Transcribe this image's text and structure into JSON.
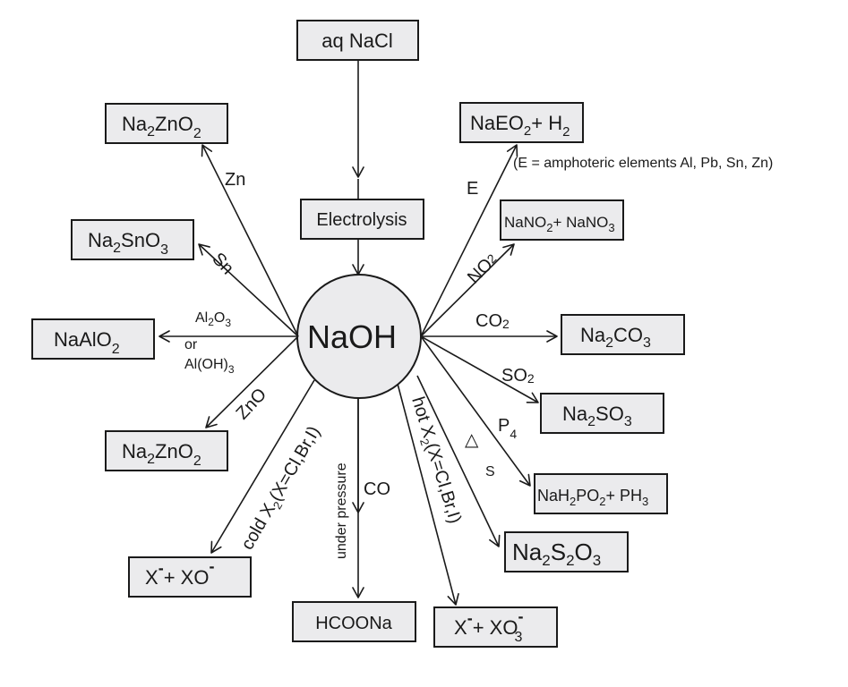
{
  "center": {
    "label": "NaOH",
    "fill": "#ebebed"
  },
  "source": {
    "label": "aq NaCl"
  },
  "process": {
    "label": "Electrolysis"
  },
  "products": {
    "na2zno2_top": {
      "main": "Na",
      "sub1": "2",
      "mid": "ZnO",
      "sub2": "2"
    },
    "na2sno3": {
      "main": "Na",
      "sub1": "2",
      "mid": "SnO",
      "sub2": "3"
    },
    "naalo2": {
      "main": "NaAlO",
      "sub1": "2"
    },
    "na2zno2_bottom": {
      "main": "Na",
      "sub1": "2",
      "mid": "ZnO",
      "sub2": "2"
    },
    "x_xo": {
      "a": "X",
      "asup": "-",
      "b": "+ XO",
      "bsup": "-"
    },
    "hcoona": {
      "label": "HCOONa"
    },
    "x_xo3": {
      "a": "X",
      "asup": "-",
      "b": "+ XO",
      "bsup": "-",
      "bsub": "3"
    },
    "na2s2o3": {
      "a": "Na",
      "s1": "2",
      "b": "S",
      "s2": "2",
      "c": "O",
      "s3": "3"
    },
    "nah2po2_ph3": {
      "a": "NaH",
      "s1": "2",
      "b": "PO",
      "s2": "2",
      "c": "+ PH",
      "s3": "3"
    },
    "na2so3": {
      "a": "Na",
      "s1": "2",
      "b": "SO",
      "s2": "3"
    },
    "na2co3": {
      "a": "Na",
      "s1": "2",
      "b": "CO",
      "s2": "3"
    },
    "nano2_nano3": {
      "a": "NaNO",
      "s1": "2",
      "b": "+ NaNO",
      "s2": "3"
    },
    "naeo2_h2": {
      "a": "NaEO",
      "s1": "2",
      "b": "+ H",
      "s2": "2"
    }
  },
  "reagents": {
    "zn": "Zn",
    "sn": "Sn",
    "al2o3": {
      "a": "Al",
      "s1": "2",
      "b": "O",
      "s2": "3"
    },
    "or": "or",
    "aloh3": {
      "a": "Al(OH)",
      "s1": "3"
    },
    "zno": "ZnO",
    "cold_x2": {
      "a": "cold X",
      "s1": "2",
      "b": "(X=Cl,Br,I)"
    },
    "under_pressure": "under pressure",
    "co": "CO",
    "hot_x2": {
      "a": "hot X",
      "s1": "2",
      "b": "(X=Cl,Br,I)"
    },
    "delta": "△",
    "s": "S",
    "p4": {
      "a": "P",
      "s1": "4"
    },
    "so2": {
      "a": "SO",
      "s1": "2"
    },
    "co2": {
      "a": "CO",
      "s1": "2"
    },
    "no2": {
      "a": "NO",
      "s1": "2"
    },
    "e": "E"
  },
  "note": "(E = amphoteric elements Al, Pb, Sn, Zn)"
}
